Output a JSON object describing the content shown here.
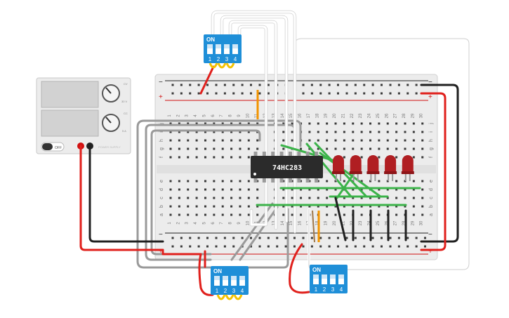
{
  "power_supply": {
    "display_top": "",
    "display_bottom": "",
    "knob_top_marks": [
      "CV",
      "30 V"
    ],
    "knob_bottom_marks": [
      "CC",
      "5 A"
    ],
    "off_label": "OFF",
    "brand": "POWER SUPPLY"
  },
  "breadboard": {
    "columns": [
      "1",
      "2",
      "3",
      "4",
      "5",
      "6",
      "7",
      "8",
      "9",
      "10",
      "11",
      "12",
      "13",
      "14",
      "15",
      "16",
      "17",
      "18",
      "19",
      "20",
      "21",
      "22",
      "23",
      "24",
      "25",
      "26",
      "27",
      "28",
      "29",
      "30"
    ],
    "rows_top": [
      "j",
      "i",
      "h",
      "g",
      "f"
    ],
    "rows_bottom": [
      "e",
      "d",
      "c",
      "b",
      "a"
    ],
    "rail_minus": "−",
    "rail_plus": "+",
    "rail_colors": {
      "minus": "#202020",
      "plus": "#d01010"
    }
  },
  "chip": {
    "label": "74HC283",
    "body_color": "#2b2b2b"
  },
  "dip_switches": [
    {
      "on_label": "ON",
      "numbers": [
        "1",
        "2",
        "3",
        "4"
      ]
    },
    {
      "on_label": "ON",
      "numbers": [
        "1",
        "2",
        "3",
        "4"
      ]
    },
    {
      "on_label": "ON",
      "numbers": [
        "1",
        "2",
        "3",
        "4"
      ]
    }
  ],
  "leds": {
    "count": 5,
    "color": "#b01e22"
  },
  "colors": {
    "wire_red": "#e0201c",
    "wire_black": "#202020",
    "wire_green": "#3cb34a",
    "wire_gray": "#9a9a9a",
    "switch_blue": "#1f8fd8",
    "resistor_orange": "#f29400"
  }
}
